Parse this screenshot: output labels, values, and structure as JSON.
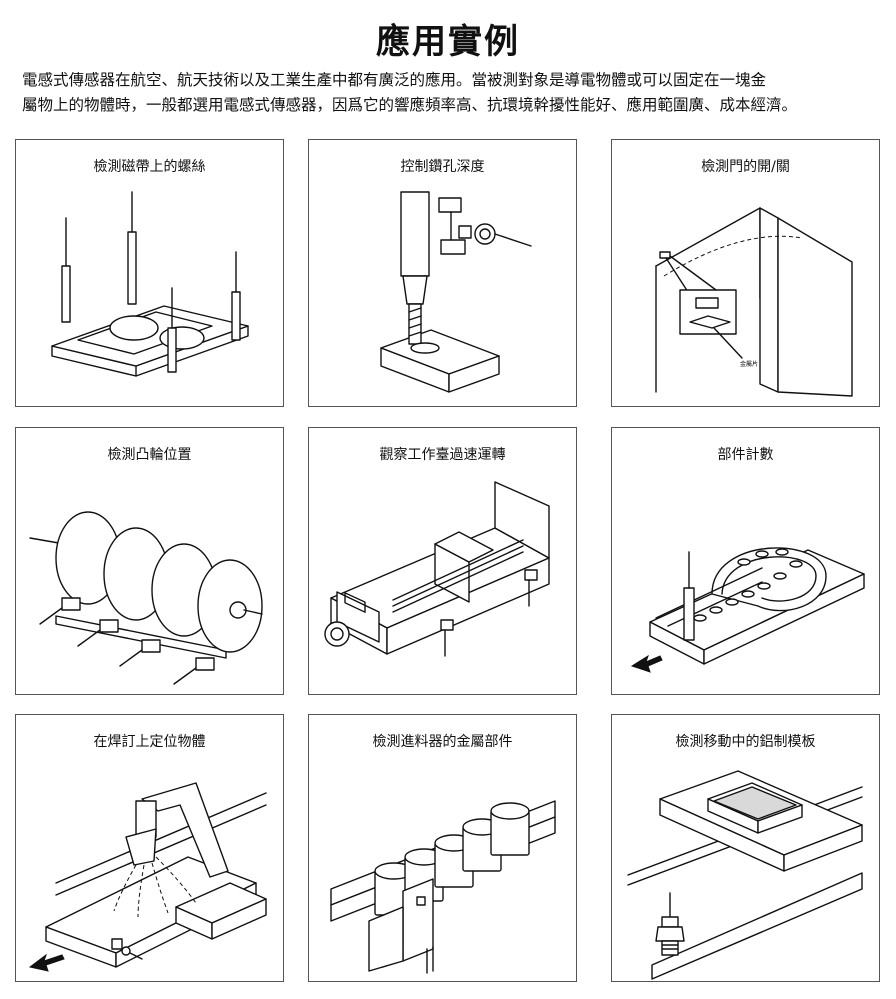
{
  "title": "應用實例",
  "intro": {
    "line1": "電感式傳感器在航空、航天技術以及工業生產中都有廣泛的應用。當被測對象是導電物體或可以固定在一塊金",
    "line2": "屬物上的物體時，一般都選用電感式傳感器，因爲它的響應頻率高、抗環境幹擾性能好、應用範圍廣、成本經濟。"
  },
  "examples": [
    {
      "caption": "檢測磁帶上的螺絲"
    },
    {
      "caption": "控制鑽孔深度"
    },
    {
      "caption": "檢測門的開/關",
      "label": "金屬片"
    },
    {
      "caption": "檢測凸輪位置"
    },
    {
      "caption": "觀察工作臺過速運轉"
    },
    {
      "caption": "部件計數"
    },
    {
      "caption": "在焊訂上定位物體"
    },
    {
      "caption": "檢測進料器的金屬部件"
    },
    {
      "caption": "檢測移動中的鋁制模板"
    }
  ]
}
